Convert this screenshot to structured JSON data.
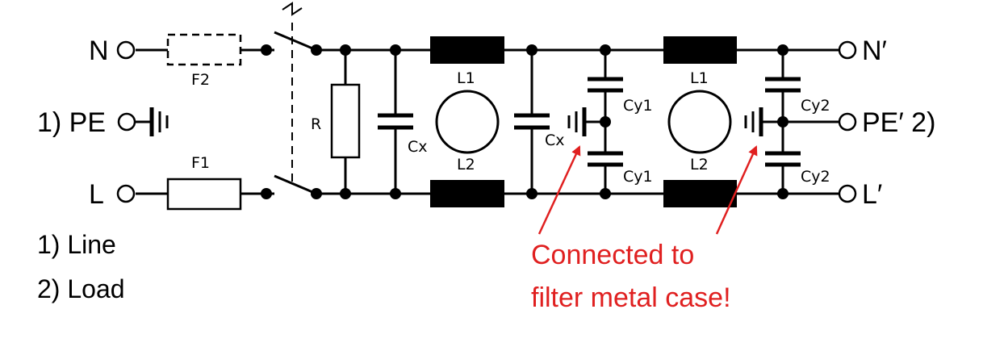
{
  "terminals": {
    "n_in": "N",
    "pe_in": "1) PE",
    "l_in": "L",
    "n_out": "N′",
    "pe_out": "PE′ 2)",
    "l_out": "L′"
  },
  "components": {
    "fuse_top": "F2",
    "fuse_bottom": "F1",
    "resistor": "R",
    "cx1": "Cx",
    "cx2": "Cx",
    "choke1_top": "L1",
    "choke1_bottom": "L2",
    "choke2_top": "L1",
    "choke2_bottom": "L2",
    "cy1_top": "Cy1",
    "cy1_bottom": "Cy1",
    "cy2_top": "Cy2",
    "cy2_bottom": "Cy2"
  },
  "annotation": {
    "line1": "Connected to",
    "line2": "filter metal case!",
    "color": "#e02020"
  },
  "legend": {
    "item1": "1) Line",
    "item2": "2) Load"
  }
}
